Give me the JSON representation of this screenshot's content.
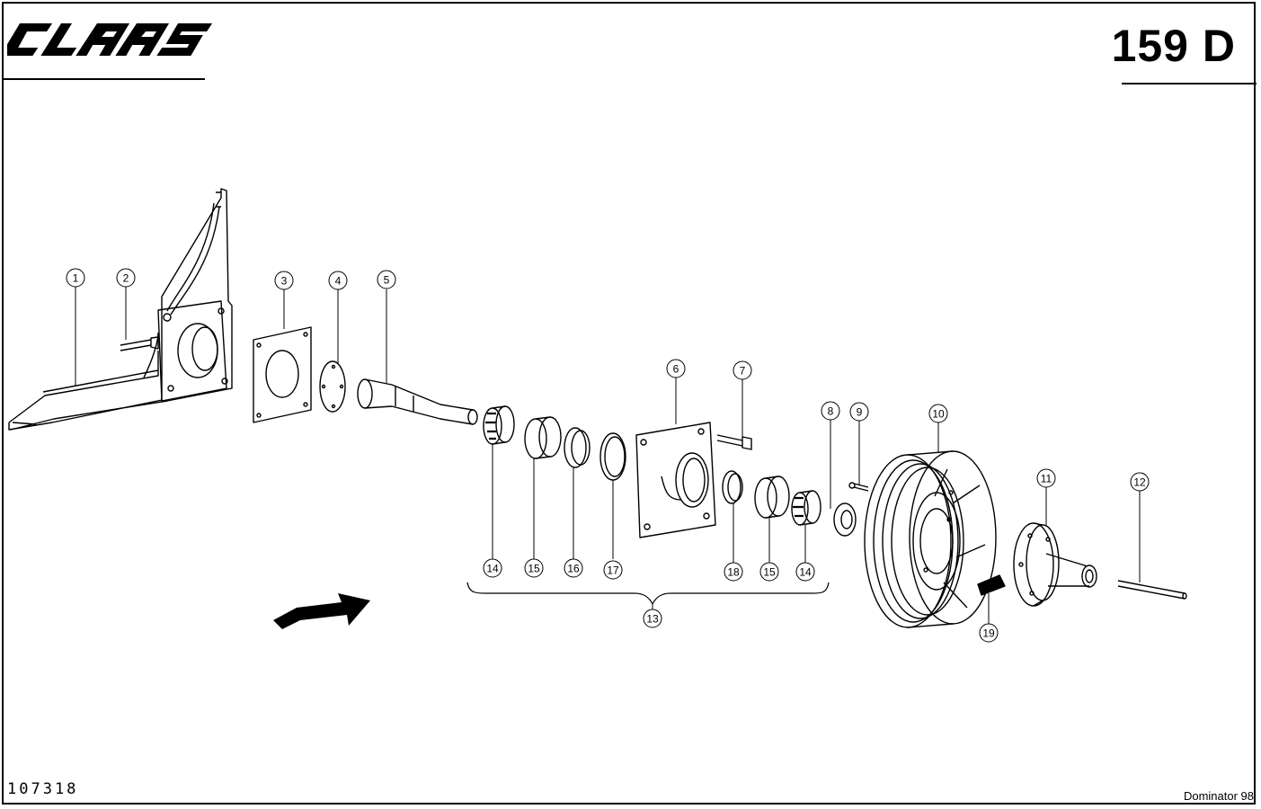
{
  "header": {
    "brand": "CLAAS",
    "page_code": "159 D"
  },
  "footer": {
    "drawing_number": "107318",
    "model": "Dominator 98"
  },
  "callouts": [
    {
      "id": "c1",
      "label": "1"
    },
    {
      "id": "c2",
      "label": "2"
    },
    {
      "id": "c3",
      "label": "3"
    },
    {
      "id": "c4",
      "label": "4"
    },
    {
      "id": "c5",
      "label": "5"
    },
    {
      "id": "c6",
      "label": "6"
    },
    {
      "id": "c7",
      "label": "7"
    },
    {
      "id": "c8",
      "label": "8"
    },
    {
      "id": "c9",
      "label": "9"
    },
    {
      "id": "c10",
      "label": "10"
    },
    {
      "id": "c11",
      "label": "11"
    },
    {
      "id": "c12",
      "label": "12"
    },
    {
      "id": "c13",
      "label": "13"
    },
    {
      "id": "c14a",
      "label": "14"
    },
    {
      "id": "c15a",
      "label": "15"
    },
    {
      "id": "c16",
      "label": "16"
    },
    {
      "id": "c17",
      "label": "17"
    },
    {
      "id": "c18",
      "label": "18"
    },
    {
      "id": "c15b",
      "label": "15"
    },
    {
      "id": "c14b",
      "label": "14"
    },
    {
      "id": "c19",
      "label": "19"
    }
  ],
  "icons": {
    "direction_arrow": "arrow-right-icon",
    "brand_logo": "claas-logo"
  }
}
